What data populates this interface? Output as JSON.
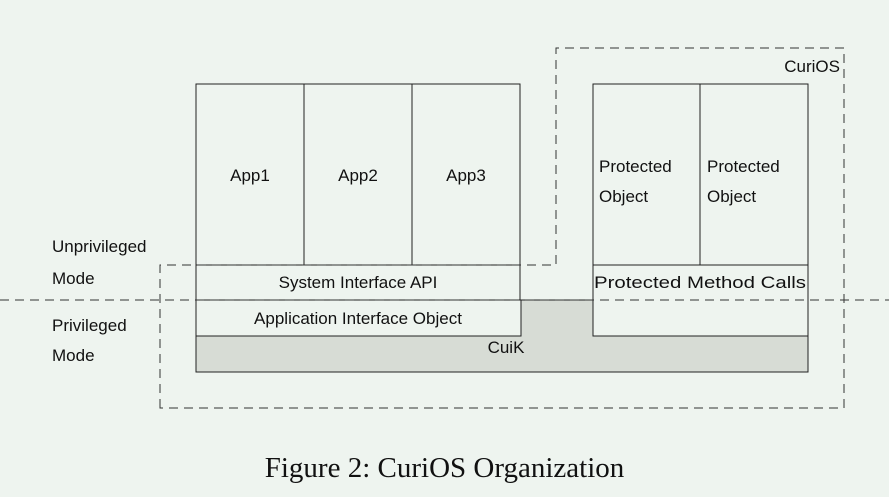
{
  "diagram": {
    "boxes": {
      "app1": "App1",
      "app2": "App2",
      "app3": "App3",
      "protected_object_1": [
        "Protected",
        "Object"
      ],
      "protected_object_2": [
        "Protected",
        "Object"
      ],
      "system_interface_api": "System Interface API",
      "application_interface_object": "Application Interface Object",
      "protected_method_calls": "Protected Method Calls",
      "cuik": "CuiK",
      "curios": "CuriOS"
    },
    "modes": {
      "unprivileged": [
        "Unprivileged",
        "Mode"
      ],
      "privileged": [
        "Privileged",
        "Mode"
      ]
    },
    "colors": {
      "kernel_fill": "#d7dcd5",
      "stroke": "#222222",
      "background": "#eef4ef"
    }
  },
  "caption": "Figure 2: CuriOS Organization"
}
